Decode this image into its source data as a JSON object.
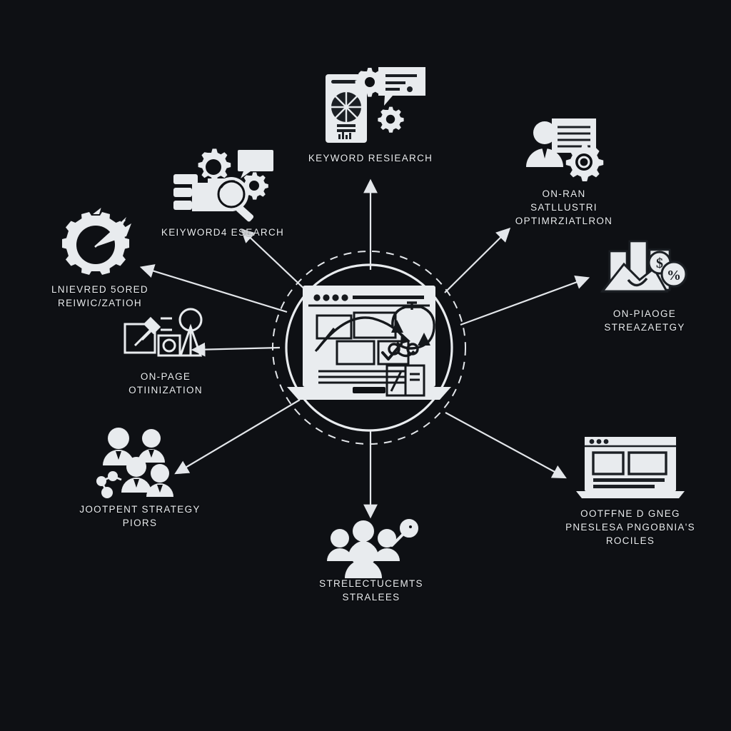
{
  "diagram": {
    "title_present": false,
    "type": "hub-and-spoke",
    "background_color": "#0e1014",
    "line_color": "#e3e6ea",
    "icon_color": "#e8ebee",
    "text_color": "#e9ecef",
    "hub": {
      "name": "central-seo-dashboard",
      "icon": "laptop-browser-dashboard-icon",
      "ring": "dashed-circle",
      "label": ""
    },
    "nodes": [
      {
        "id": "keyword-research-top",
        "label": "KEYWORD RESIEARCH",
        "icon": "tablet-pie-chart-gears-speech-bubble-icon",
        "direction": "up",
        "angle_deg": 90
      },
      {
        "id": "keyword-research-upper-left",
        "label": "KEIYWORD4 ESEARCH",
        "icon": "magnifier-gear-bars-speech-bubble-icon",
        "direction": "upper-left",
        "angle_deg": 143
      },
      {
        "id": "gear-speed-left",
        "label": "LNIEVRED 5ORED\nREIWIC/ZATIOH",
        "icon": "gear-speedometer-arrow-icon",
        "direction": "left-upper",
        "angle_deg": 168
      },
      {
        "id": "on-page-optimization-left",
        "label": "ON-PAGE\nOTIINIZATION",
        "icon": "pencil-edit-compass-tower-icon",
        "direction": "left",
        "angle_deg": 186
      },
      {
        "id": "content-strategy-lower-left",
        "label": "JOOTPENT STRATEGY\nPIORS",
        "icon": "team-people-network-icon",
        "direction": "lower-left",
        "angle_deg": 218
      },
      {
        "id": "structured-bottom",
        "label": "STRELECTUCEMTS\nSTRALEES",
        "icon": "people-group-magnifier-icon",
        "direction": "down",
        "angle_deg": 270
      },
      {
        "id": "offpage-lower-right",
        "label": "OOTFFNE D GNEG\nPNESLESA PNGOBNIA'S\nROCILES",
        "icon": "browser-window-layout-icon",
        "direction": "lower-right",
        "angle_deg": 322
      },
      {
        "id": "on-page-strategy-right",
        "label": "ON-PIAOGE\nSTREAZAETGY",
        "icon": "bar-chart-mountain-dollar-percent-icon",
        "direction": "right",
        "angle_deg": 10
      },
      {
        "id": "on-page-industry-upper-right",
        "label": "ON-RAN\nSATLLUSTRI\nOPTIMRZIATLRON",
        "icon": "person-document-gear-icon",
        "direction": "upper-right",
        "angle_deg": 38
      }
    ]
  }
}
